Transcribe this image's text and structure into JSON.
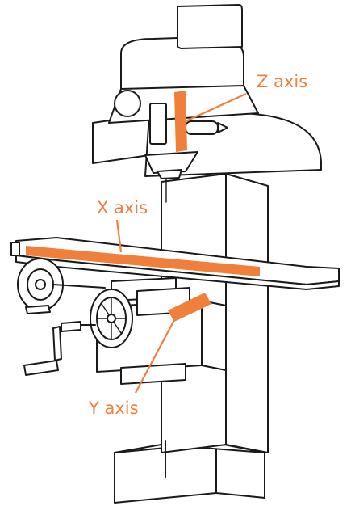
{
  "labels": {
    "z_axis": "Z axis",
    "x_axis": "X axis",
    "y_axis": "Y axis"
  },
  "colors": {
    "accent": "#f07f3c",
    "line": "#1a1a1a",
    "background": "#ffffff"
  }
}
